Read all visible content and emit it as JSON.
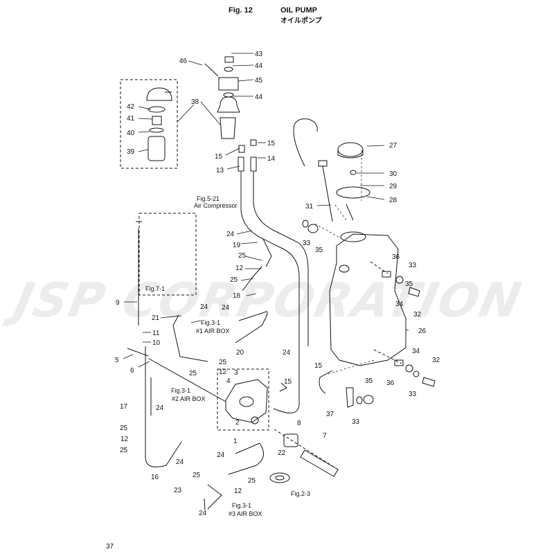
{
  "header": {
    "fig_label": "Fig. 12",
    "title_en": "OIL PUMP",
    "title_jp": "オイルポンプ"
  },
  "watermark": "JSP CORPORATION",
  "page_number": "37",
  "callouts": [
    "1",
    "2",
    "3",
    "4",
    "5",
    "6",
    "7",
    "8",
    "9",
    "10",
    "11",
    "12",
    "13",
    "14",
    "15",
    "16",
    "17",
    "18",
    "19",
    "20",
    "21",
    "22",
    "23",
    "24",
    "25",
    "26",
    "27",
    "28",
    "29",
    "30",
    "31",
    "32",
    "33",
    "34",
    "35",
    "36",
    "37",
    "38",
    "39",
    "40",
    "41",
    "42",
    "43",
    "44",
    "45",
    "46"
  ],
  "references": {
    "fig5_21": "Fig.5-21",
    "air_compressor": "Air Compressor",
    "fig7_1": "Fig.7-1",
    "fig3_1": "Fig.3-1",
    "air_box_1": "#1 AIR BOX",
    "air_box_2": "#2 AIR BOX",
    "air_box_3": "#3 AIR BOX",
    "fig2_3": "Fig.2-3"
  }
}
